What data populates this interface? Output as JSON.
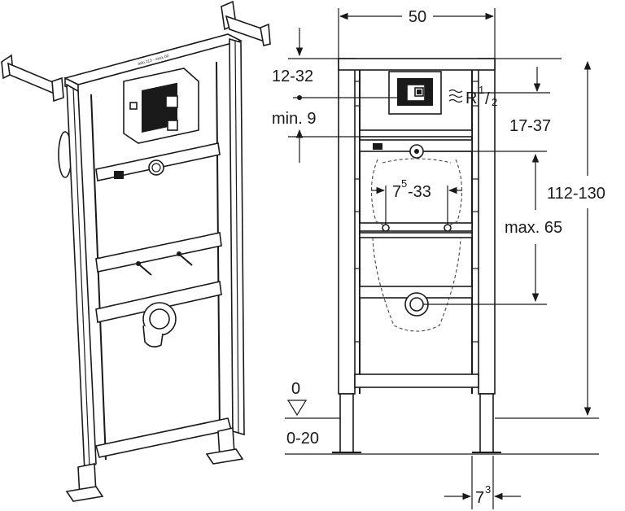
{
  "dimensions": {
    "top_width": "50",
    "top_offset": "12-32",
    "min_offset": "min. 9",
    "thread_prefix": "R",
    "thread_num": "1",
    "thread_slash": "/",
    "thread_den": "2",
    "inlet_offset": "17-37",
    "total_height": "112-130",
    "bracket_base": "7",
    "bracket_sup": "5",
    "bracket_rest": "-33",
    "max_drop": "max. 65",
    "floor_zero": "0",
    "floor_range": "0-20",
    "foot_base": "7",
    "foot_sup": "3"
  },
  "frame_label": "adu.113 - xxxx.00"
}
